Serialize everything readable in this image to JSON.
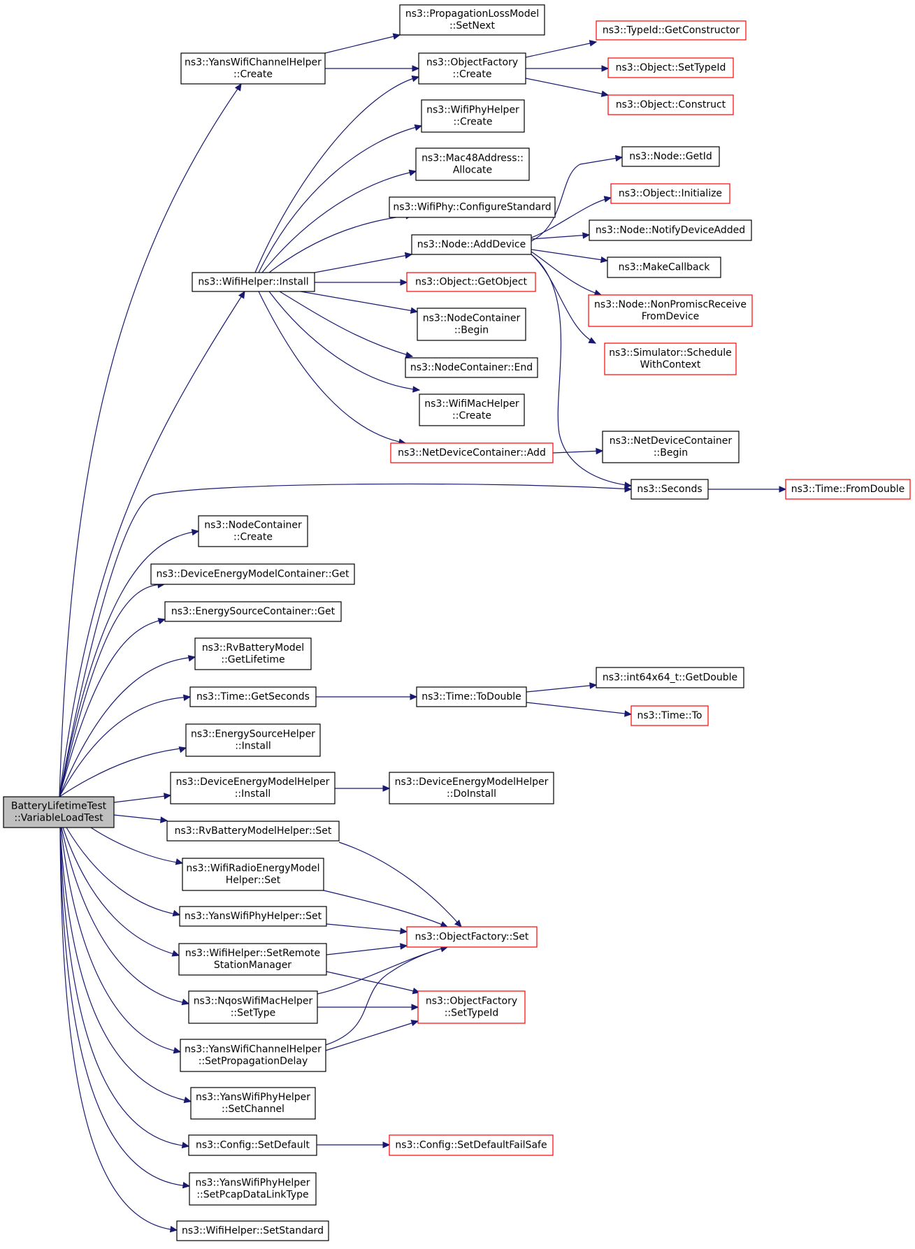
{
  "nodes": {
    "root": [
      "BatteryLifetimeTest",
      "::VariableLoadTest"
    ],
    "propNext": [
      "ns3::PropagationLossModel",
      "::SetNext"
    ],
    "getCtor": [
      "ns3::TypeId::GetConstructor"
    ],
    "yansChanCreate": [
      "ns3::YansWifiChannelHelper",
      "::Create"
    ],
    "ofCreate": [
      "ns3::ObjectFactory",
      "::Create"
    ],
    "setTypeId": [
      "ns3::Object::SetTypeId"
    ],
    "construct": [
      "ns3::Object::Construct"
    ],
    "phyCreate": [
      "ns3::WifiPhyHelper",
      "::Create"
    ],
    "macAlloc": [
      "ns3::Mac48Address::",
      "Allocate"
    ],
    "nodeGetId": [
      "ns3::Node::GetId"
    ],
    "objInit": [
      "ns3::Object::Initialize"
    ],
    "cfgStd": [
      "ns3::WifiPhy::ConfigureStandard"
    ],
    "addDevice": [
      "ns3::Node::AddDevice"
    ],
    "notifyAdded": [
      "ns3::Node::NotifyDeviceAdded"
    ],
    "wifiInstall": [
      "ns3::WifiHelper::Install"
    ],
    "getObject": [
      "ns3::Object::GetObject"
    ],
    "makeCb": [
      "ns3::MakeCallback"
    ],
    "nonPromisc": [
      "ns3::Node::NonPromiscReceive",
      "FromDevice"
    ],
    "ncBegin": [
      "ns3::NodeContainer",
      "::Begin"
    ],
    "schedCtx": [
      "ns3::Simulator::Schedule",
      "WithContext"
    ],
    "ncEnd": [
      "ns3::NodeContainer::End"
    ],
    "macCreate": [
      "ns3::WifiMacHelper",
      "::Create"
    ],
    "ndcBegin": [
      "ns3::NetDeviceContainer",
      "::Begin"
    ],
    "ndcAdd": [
      "ns3::NetDeviceContainer::Add"
    ],
    "seconds": [
      "ns3::Seconds"
    ],
    "fromDouble": [
      "ns3::Time::FromDouble"
    ],
    "ncCreate": [
      "ns3::NodeContainer",
      "::Create"
    ],
    "demcGet": [
      "ns3::DeviceEnergyModelContainer::Get"
    ],
    "escGet": [
      "ns3::EnergySourceContainer::Get"
    ],
    "rvLifetime": [
      "ns3::RvBatteryModel",
      "::GetLifetime"
    ],
    "int64Get": [
      "ns3::int64x64_t::GetDouble"
    ],
    "getSeconds": [
      "ns3::Time::GetSeconds"
    ],
    "toDouble": [
      "ns3::Time::ToDouble"
    ],
    "timeTo": [
      "ns3::Time::To"
    ],
    "eshInstall": [
      "ns3::EnergySourceHelper",
      "::Install"
    ],
    "demhInstall": [
      "ns3::DeviceEnergyModelHelper",
      "::Install"
    ],
    "demhDoInstall": [
      "ns3::DeviceEnergyModelHelper",
      "::DoInstall"
    ],
    "rvSet": [
      "ns3::RvBatteryModelHelper::Set"
    ],
    "radioSet": [
      "ns3::WifiRadioEnergyModel",
      "Helper::Set"
    ],
    "yansPhySet": [
      "ns3::YansWifiPhyHelper::Set"
    ],
    "ofSet": [
      "ns3::ObjectFactory::Set"
    ],
    "remoteSta": [
      "ns3::WifiHelper::SetRemote",
      "StationManager"
    ],
    "nqosSetType": [
      "ns3::NqosWifiMacHelper",
      "::SetType"
    ],
    "ofSetTypeId": [
      "ns3::ObjectFactory",
      "::SetTypeId"
    ],
    "propDelay": [
      "ns3::YansWifiChannelHelper",
      "::SetPropagationDelay"
    ],
    "setChannel": [
      "ns3::YansWifiPhyHelper",
      "::SetChannel"
    ],
    "cfgSetDefault": [
      "ns3::Config::SetDefault"
    ],
    "failSafe": [
      "ns3::Config::SetDefaultFailSafe"
    ],
    "pcapType": [
      "ns3::YansWifiPhyHelper",
      "::SetPcapDataLinkType"
    ],
    "setStandard": [
      "ns3::WifiHelper::SetStandard"
    ]
  },
  "colors": {
    "edge": "#191970",
    "node_border": "#000000",
    "truncated_node_border": "#ff0000",
    "root_fill": "#bfbfbf"
  }
}
